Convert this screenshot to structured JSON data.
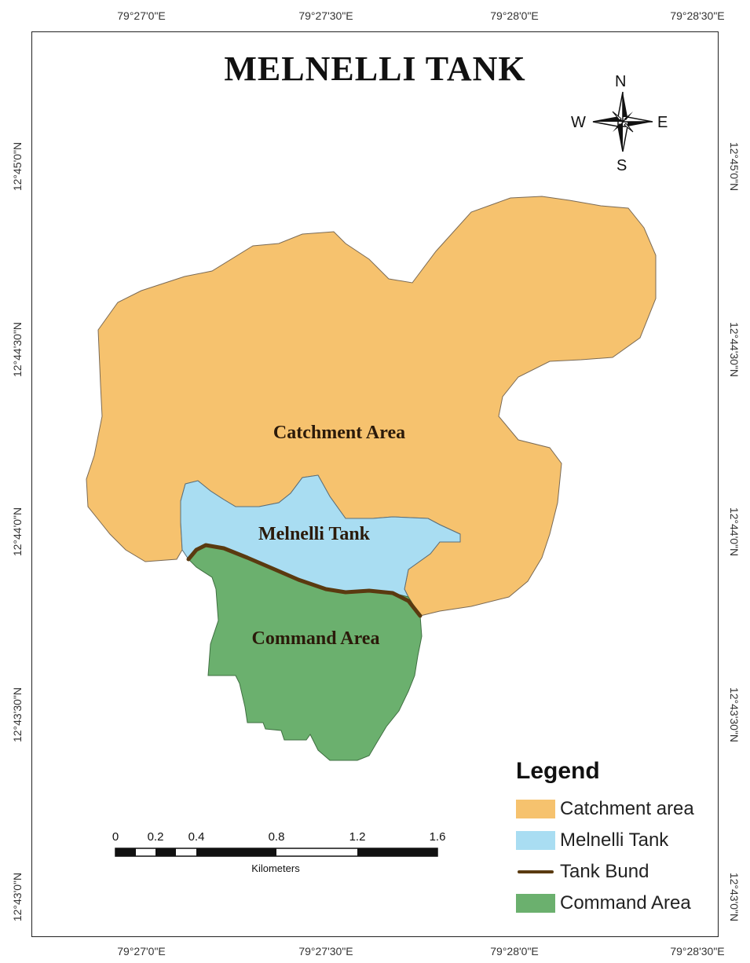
{
  "map": {
    "title": "MELNELLI TANK",
    "coords": {
      "top": [
        "79°27'0\"E",
        "79°27'30\"E",
        "79°28'0\"E",
        "79°28'30\"E"
      ],
      "bottom": [
        "79°27'0\"E",
        "79°27'30\"E",
        "79°28'0\"E",
        "79°28'30\"E"
      ],
      "left": [
        "12°45'0\"N",
        "12°44'30\"N",
        "12°44'0\"N",
        "12°43'30\"N",
        "12°43'0\"N"
      ],
      "right": [
        "12°45'0\"N",
        "12°44'30\"N",
        "12°44'0\"N",
        "12°43'30\"N",
        "12°43'0\"N"
      ]
    },
    "labels": {
      "catchment": "Catchment Area",
      "tank": "Melnelli Tank",
      "command": "Command Area"
    },
    "compass": {
      "n": "N",
      "s": "S",
      "e": "E",
      "w": "W"
    },
    "colors": {
      "catchment": "#f6c26e",
      "tank": "#a9ddf2",
      "command": "#6bb06e",
      "bund": "#5a3a10"
    }
  },
  "legend": {
    "title": "Legend",
    "items": [
      {
        "label": "Catchment area",
        "color": "#f6c26e"
      },
      {
        "label": "Melnelli Tank",
        "color": "#a9ddf2"
      },
      {
        "label": "Tank Bund",
        "color": "#5a3a10"
      },
      {
        "label": "Command Area",
        "color": "#6bb06e"
      }
    ]
  },
  "scalebar": {
    "ticks": [
      "0",
      "0.2",
      "0.4",
      "0.8",
      "1.2",
      "1.6"
    ],
    "unit": "Kilometers"
  }
}
